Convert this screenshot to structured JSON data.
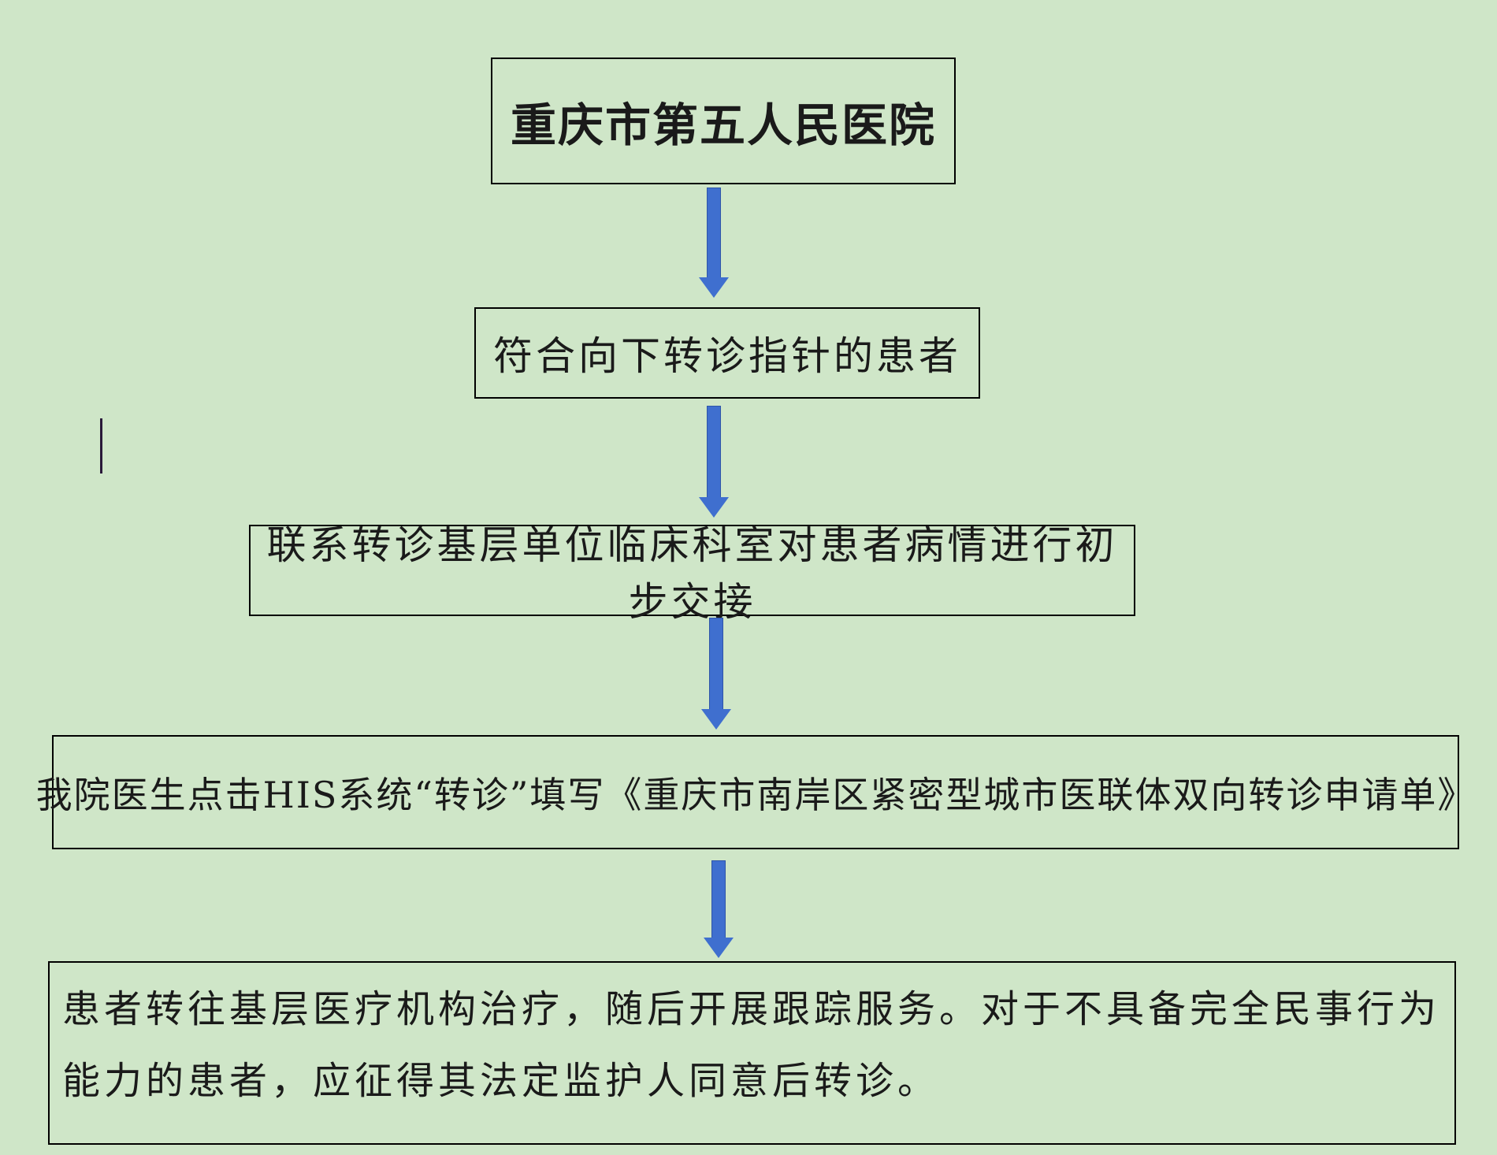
{
  "flowchart": {
    "steps": [
      "重庆市第五人民医院",
      "符合向下转诊指针的患者",
      "联系转诊基层单位临床科室对患者病情进行初步交接",
      "我院医生点击HIS系统“转诊”填写《重庆市南岸区紧密型城市医联体双向转诊申请单》",
      "患者转往基层医疗机构治疗，随后开展跟踪服务。对于不具备完全民事行为能力的患者，应征得其法定监护人同意后转诊。"
    ]
  },
  "colors": {
    "background": "#cfe6c8",
    "arrow": "#3f6fcf",
    "box_border": "#000000"
  }
}
